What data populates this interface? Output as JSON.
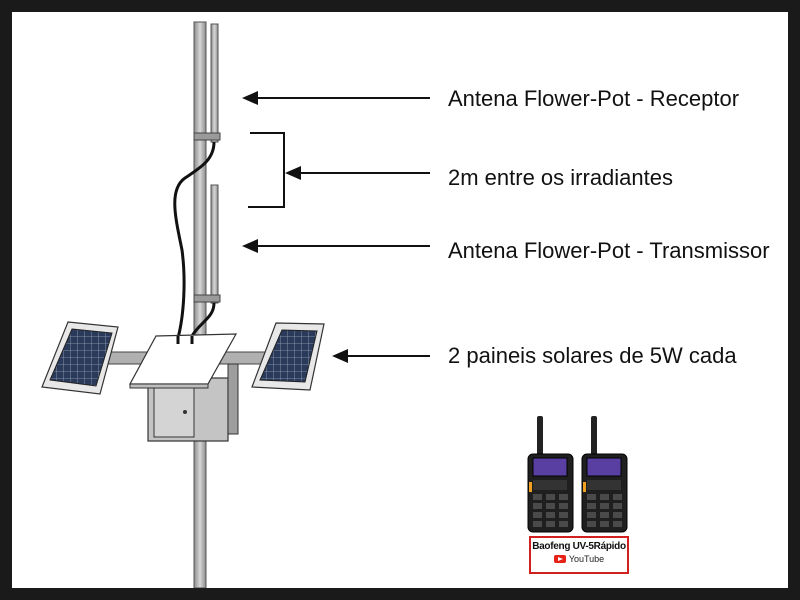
{
  "labels": {
    "receptor": "Antena Flower-Pot - Receptor",
    "irradiantes": "2m entre os irradiantes",
    "transmissor": "Antena Flower-Pot - Transmissor",
    "paineis": "2 paineis solares de 5W cada"
  },
  "badge": {
    "title": "Baofeng UV-5Rápido",
    "platform": "YouTube",
    "icon": "youtube-play-icon"
  },
  "colors": {
    "frame": "#1a1a1a",
    "mast": "#b8b8b8",
    "solar_cell": "#2a3a5a",
    "badge_border": "#d21f1f",
    "radio_display": "#5a3fa3"
  }
}
